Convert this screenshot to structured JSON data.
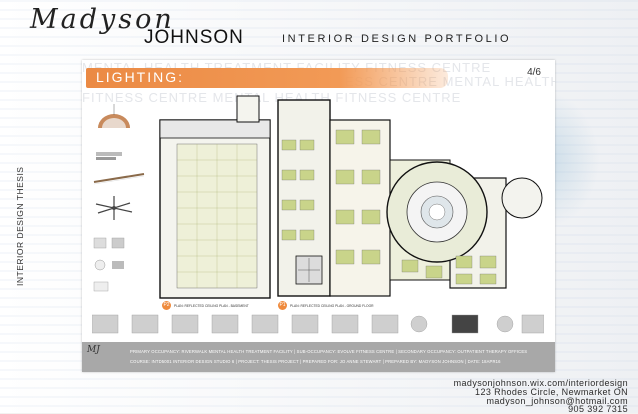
{
  "header": {
    "name_script": "Madyson",
    "name_block": "JOHNSON",
    "portfolio_title": "INTERIOR DESIGN PORTFOLIO"
  },
  "side_title": "INTERIOR DESIGN THESIS",
  "board": {
    "heading": "LIGHTING:",
    "page_number": "4/6",
    "background_words": [
      "MENTAL HEALTH TREATMENT FACILITY   FITNESS CENTRE",
      "FITNESS CENTRE   MENTAL HEALTH TREATMENT FACILITY",
      "FITNESS CENTRE   MENTAL HEALTH   FITNESS CENTRE"
    ],
    "plan_left": {
      "badge": "P2",
      "label": "PLAN: REFLECTED CEILING PLAN - BASEMENT"
    },
    "plan_right": {
      "badge": "P1",
      "label": "PLAN: REFLECTED CEILING PLAN - GROUND FLOOR"
    },
    "info_bar": {
      "line1": "PRIMARY OCCUPANCY: RIVERWALK MENTAL HEALTH TREATMENT FACILITY  |  SUB-OCCUPANCY: EVOLVE FITNESS CENTRE  |  SECONDARY OCCUPANCY: OUTPATIENT THERAPY OFFICES",
      "line2": "COURSE: INTD5001 INTERIOR DESIGN STUDIO 6 | PROJECT: THESIS PROJECT  |  PREPARED FOR: JO ANNE STEWART  |  PREPARED BY: MADYSON JOHNSON  |  DATE: 18APR16"
    }
  },
  "contact": {
    "website": "madysonjohnson.wix.com/interiordesign",
    "address": "123 Rhodes Circle, Newmarket ON",
    "email": "madyson_johnson@hotmail.com",
    "phone": "905 392 7315"
  },
  "colors": {
    "accent_orange": "#eb8a44",
    "info_bar_gray": "#a8a8a8",
    "plan_green": "#c9d48a"
  }
}
